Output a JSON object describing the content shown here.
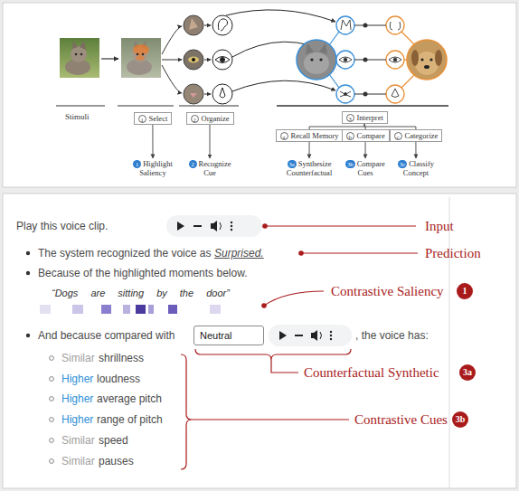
{
  "diagram": {
    "nodes": [
      {
        "text": [
          "1",
          "Select"
        ]
      },
      {
        "text": [
          "2",
          "Organize"
        ]
      },
      {
        "text": [
          "3",
          "Interpret"
        ]
      },
      {
        "text": [
          "a",
          "Recall Memory"
        ]
      },
      {
        "text": [
          "b",
          "Compare"
        ]
      },
      {
        "text": [
          "c",
          "Categorize"
        ]
      },
      {
        "text": [
          "1",
          "Highlight Saliency"
        ]
      },
      {
        "text": [
          "2",
          "Recognize Cue"
        ]
      },
      {
        "text": [
          "3a",
          "Synthesize Counterfactual"
        ]
      },
      {
        "text": [
          "3b",
          "Compare Cues"
        ]
      },
      {
        "text": [
          "3c",
          "Classify Concept"
        ]
      },
      {
        "text": [
          "Neutral"
        ]
      }
    ],
    "edges": [
      {
        "from": 0,
        "to": 6,
        "arrow": "to"
      },
      {
        "from": 1,
        "to": 7,
        "arrow": "to"
      },
      {
        "from": 2,
        "to": 3,
        "arrow": "none"
      },
      {
        "from": 2,
        "to": 4,
        "arrow": "none"
      },
      {
        "from": 2,
        "to": 5,
        "arrow": "none"
      },
      {
        "from": 3,
        "to": 8,
        "arrow": "to"
      },
      {
        "from": 4,
        "to": 9,
        "arrow": "to"
      },
      {
        "from": 5,
        "to": 10,
        "arrow": "to"
      }
    ],
    "labels": [
      "Stimuli",
      "Play this voice clip.",
      "Input",
      "The system recognized the voice as",
      "Surprised.",
      "Prediction",
      "Because of the highlighted moments below.",
      "“Dogs are sitting by the door”",
      "Contrastive Saliency",
      "1",
      "And because compared with",
      ", the voice has:",
      "Counterfactual Synthetic",
      "3a",
      "Similar",
      "shrillness",
      "Higher",
      "loudness",
      "Higher",
      "average pitch",
      "Higher",
      "range of pitch",
      "Similar",
      "speed",
      "Similar",
      "pauses",
      "Contrastive Cues",
      "3b"
    ]
  }
}
